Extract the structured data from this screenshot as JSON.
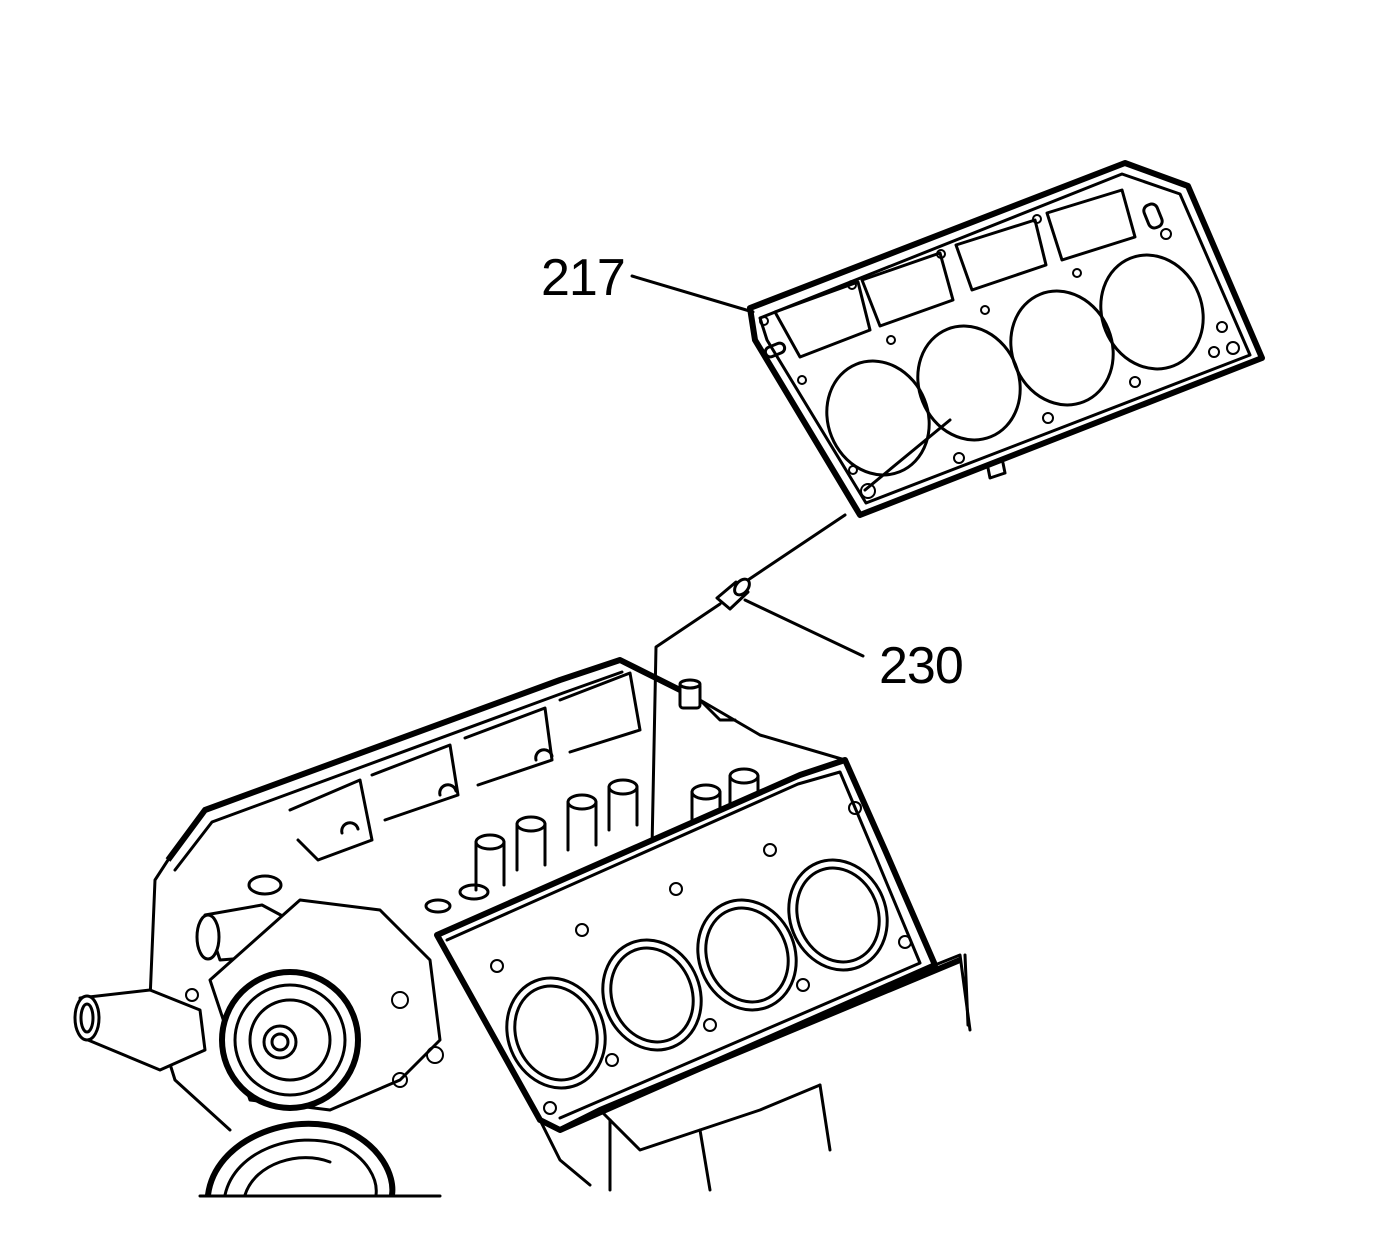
{
  "callouts": [
    {
      "id": "217",
      "text": "217"
    },
    {
      "id": "230",
      "text": "230"
    }
  ],
  "colors": {
    "ink": "#000000",
    "background": "#ffffff"
  }
}
